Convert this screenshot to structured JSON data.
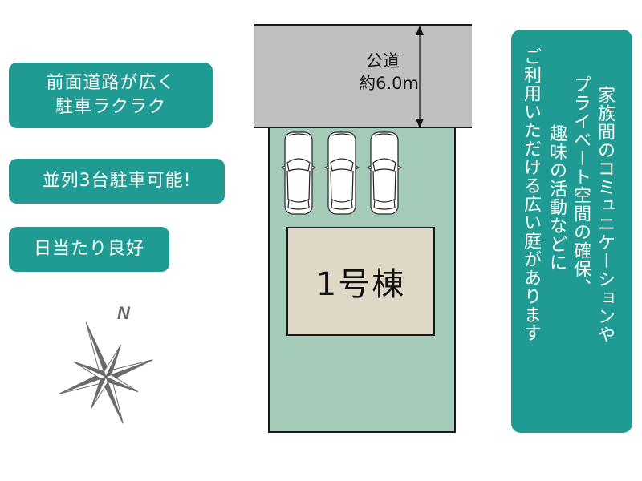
{
  "features": {
    "badge1_line1": "前面道路が広く",
    "badge1_line2": "駐車ラクラク",
    "badge2": "並列3台駐車可能!",
    "badge3": "日当たり良好"
  },
  "compass": {
    "label": "N",
    "icon": "compass-rose-icon"
  },
  "road": {
    "name": "公道",
    "width": "約6.0m",
    "color": "#bfbfbf"
  },
  "lot": {
    "color": "#a4cbb7",
    "parking_spaces": 3
  },
  "building": {
    "label": "1号棟",
    "color": "#e0d8c6"
  },
  "side_panel": {
    "color": "#1f9b93",
    "lines": [
      "家族間のコミュニケーションや",
      "プライベート空間の確保、",
      "趣味の活動などに",
      "ご利用いただける広い庭があります"
    ]
  }
}
